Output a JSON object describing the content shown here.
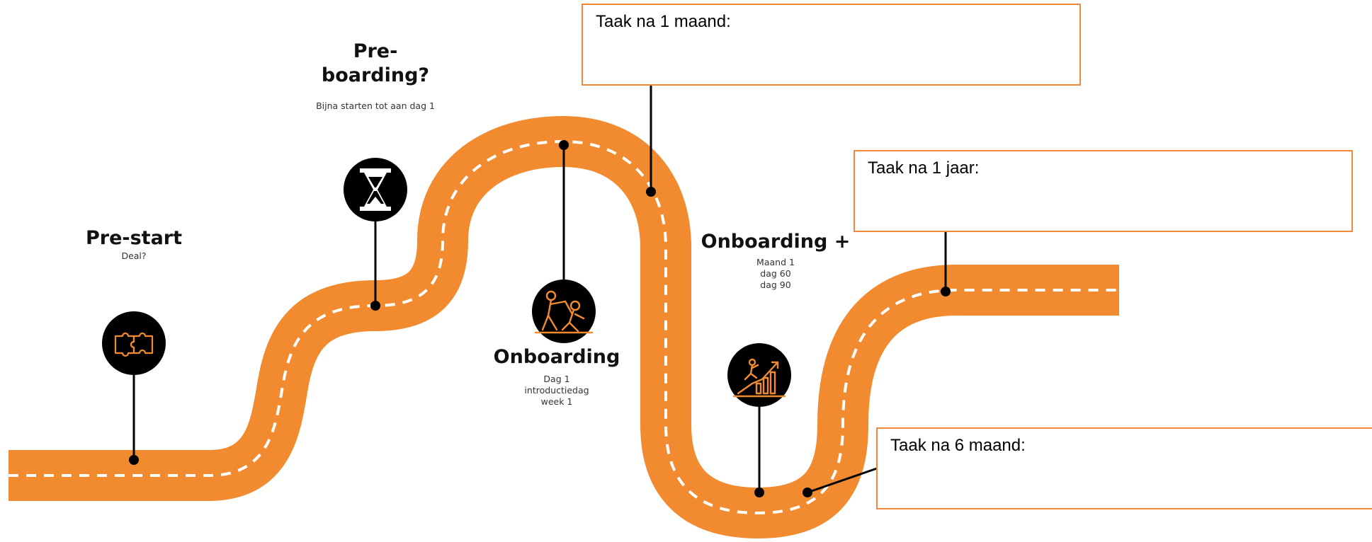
{
  "colors": {
    "road": "#f28b30",
    "dash": "#ffffff",
    "box_border": "#f0893a",
    "icon_bg": "#000000",
    "icon_accent": "#f28b30"
  },
  "stages": [
    {
      "title": "Pre-start",
      "subtitle": [
        "Deal?"
      ],
      "icon": "puzzle-handshake-icon"
    },
    {
      "title": "Pre-\nboarding?",
      "subtitle": [
        "Bijna starten tot aan dag 1"
      ],
      "icon": "hourglass-icon"
    },
    {
      "title": "Onboarding",
      "subtitle": [
        "Dag 1",
        "introductiedag",
        "week 1"
      ],
      "icon": "helping-hand-climb-icon"
    },
    {
      "title": "Onboarding +",
      "subtitle": [
        "Maand 1",
        "dag 60",
        "dag 90"
      ],
      "icon": "growth-stairs-icon"
    }
  ],
  "tasks": [
    {
      "label": "Taak na 1 maand:"
    },
    {
      "label": "Taak na 1 jaar:"
    },
    {
      "label": "Taak na 6 maand:"
    }
  ]
}
